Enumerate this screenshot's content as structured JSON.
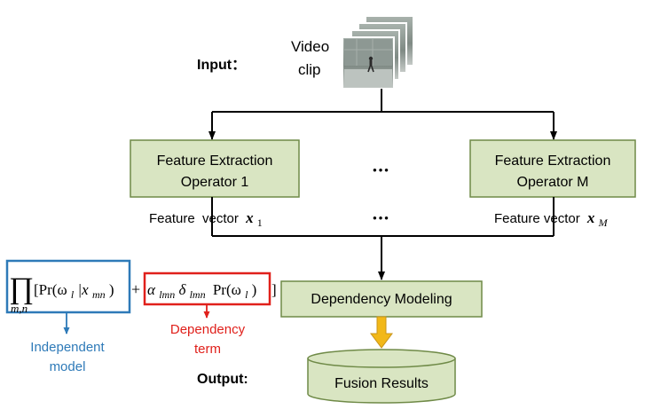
{
  "input": {
    "label": "Input：",
    "clip_label_line1": "Video",
    "clip_label_line2": "clip"
  },
  "extractors": {
    "left_line1": "Feature Extraction",
    "left_line2": "Operator 1",
    "right_line1": "Feature Extraction",
    "right_line2": "Operator M",
    "ellipsis_top": "•••",
    "ellipsis_bottom": "•••"
  },
  "vectors": {
    "left_text": "Feature  vector",
    "left_symbol": "x",
    "left_subscript": "1",
    "right_text": "Feature vector",
    "right_symbol": "x",
    "right_subscript": "M"
  },
  "modeling": {
    "label": "Dependency Modeling"
  },
  "formula": {
    "product_symbol": "∏",
    "product_subscript": "m,n",
    "independent_part": "[Pr(ω",
    "independent_sub_l": "l",
    "independent_bar": "|x",
    "independent_sub_mn": "mn",
    "independent_close": ")",
    "plus": "+",
    "alpha": "α",
    "alpha_sub": "lmn",
    "delta": "δ",
    "delta_sub": "lmn",
    "pr_part": "Pr(ω",
    "pr_sub": "l",
    "pr_close": ")",
    "bracket_close": "]"
  },
  "annotations": {
    "independent_line1": "Independent",
    "independent_line2": "model",
    "dependency_line1": "Dependency",
    "dependency_line2": "term"
  },
  "output": {
    "label": "Output:",
    "result": "Fusion Results"
  },
  "colors": {
    "box_fill": "#d9e5c2",
    "box_stroke": "#6f8a47",
    "independent_blue": "#2e7ab8",
    "dependency_red": "#e0201b",
    "arrow_yellow": "#f2b818"
  }
}
